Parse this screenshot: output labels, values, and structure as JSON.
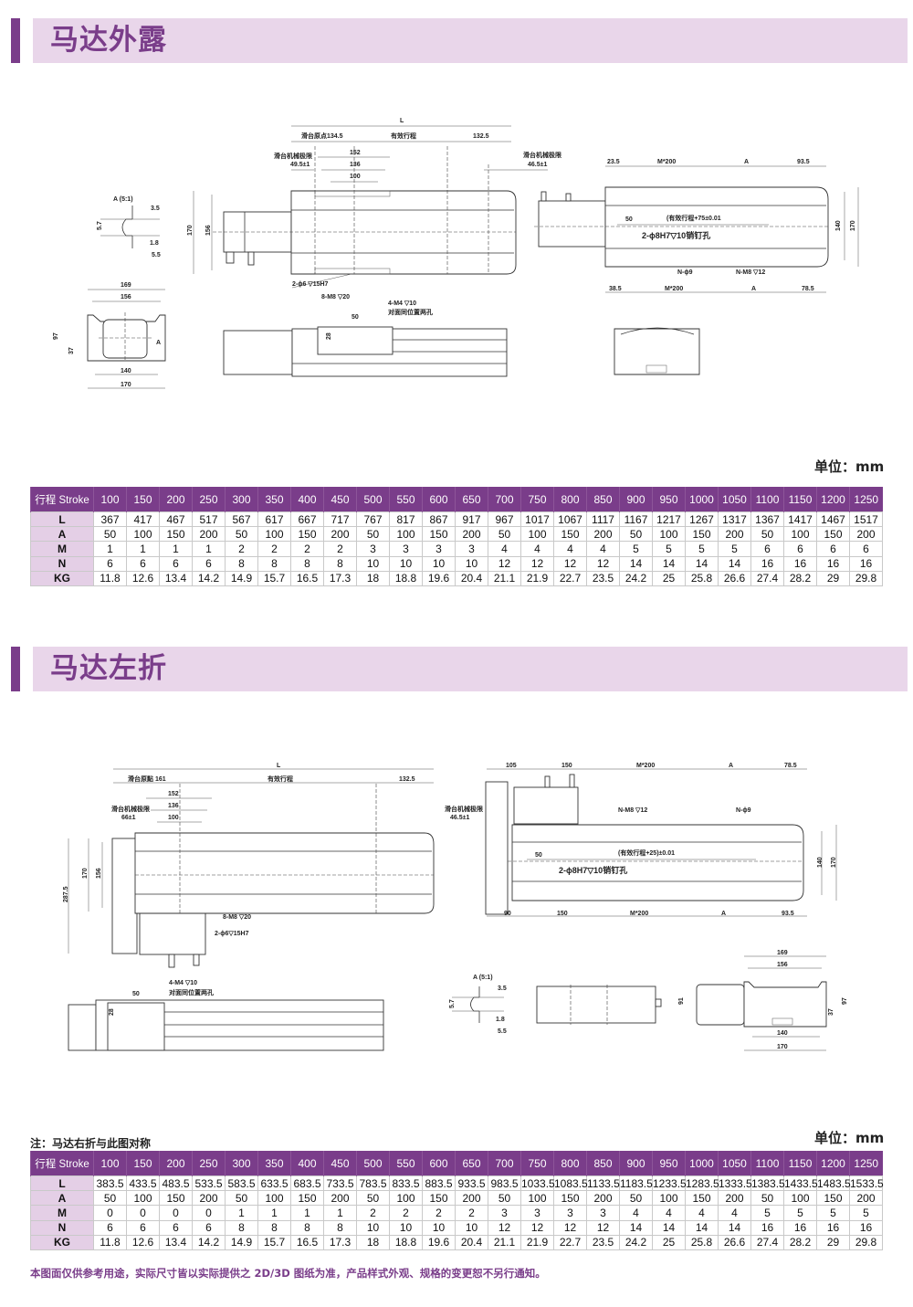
{
  "sections": [
    {
      "title": "马达外露",
      "unit": "单位：mm"
    },
    {
      "title": "马达左折",
      "unit": "单位：mm",
      "note": "注：马达右折与此图对称"
    }
  ],
  "drawing1": {
    "L": "L",
    "origin": "滑台原点134.5",
    "stroke": "有效行程",
    "d132_5": "132.5",
    "d152": "152",
    "d136": "136",
    "d100": "100",
    "mech_limit_l": "滑台机械极限",
    "d49_5": "49.5±1",
    "mech_limit_r": "滑台机械极限",
    "d46_5": "46.5±1",
    "d170": "170",
    "d156": "156",
    "pin_holes": "2-ϕ6 ▽15H7",
    "m8_holes": "8-M8 ▽20",
    "m4_holes": "4-M4 ▽10",
    "opposite": "对面同位置两孔",
    "d50": "50",
    "d28": "28",
    "r_23_5": "23.5",
    "r_m200_top": "M*200",
    "r_a_top": "A",
    "r_93_5": "93.5",
    "r_stroke75": "(有效行程+75±0.01",
    "r_50": "50",
    "r_dowel": "2-ϕ8H7▽10销钉孔",
    "r_n9": "N-ϕ9",
    "r_nm8": "N-M8 ▽12",
    "r_38_5": "38.5",
    "r_m200_bot": "M*200",
    "r_a_bot": "A",
    "r_78_5": "78.5",
    "r_140": "140",
    "r_170": "170",
    "detail_a": "A (5:1)",
    "a_3_5": "3.5",
    "a_5_7": "5.7",
    "a_1_8": "1.8",
    "a_5_5": "5.5",
    "e_169": "169",
    "e_156": "156",
    "e_97": "97",
    "e_37": "37",
    "e_140": "140",
    "e_170": "170",
    "e_a": "A"
  },
  "drawing2": {
    "L": "L",
    "origin": "滑台原點 161",
    "stroke": "有效行程",
    "d132_5": "132.5",
    "d152": "152",
    "d136": "136",
    "d100": "100",
    "mech_limit_l": "滑台机械极限",
    "d66": "66±1",
    "mech_limit_r": "滑台机械极限",
    "d46_5": "46.5±1",
    "d287_5": "287.5",
    "d170": "170",
    "d156": "156",
    "m8_holes": "8-M8 ▽20",
    "pin_holes": "2-ϕ6▽15H7",
    "r_105": "105",
    "r_150_top": "150",
    "r_m200_top": "M*200",
    "r_a_top": "A",
    "r_78_5": "78.5",
    "r_nm8": "N-M8 ▽12",
    "r_n9": "N-ϕ9",
    "r_stroke25": "(有效行程+25)±0.01",
    "r_50": "50",
    "r_dowel": "2-ϕ8H7▽10销钉孔",
    "r_90": "90",
    "r_150_bot": "150",
    "r_m200_bot": "M*200",
    "r_a_bot": "A",
    "r_93_5": "93.5",
    "r_140": "140",
    "r_170": "170",
    "m4_holes": "4-M4 ▽10",
    "opposite": "对面同位置两孔",
    "s_50": "50",
    "s_28": "28",
    "detail_a": "A (5:1)",
    "a_3_5": "3.5",
    "a_5_7": "5.7",
    "a_1_8": "1.8",
    "a_5_5": "5.5",
    "e_169": "169",
    "e_156": "156",
    "e_91": "91",
    "e_97": "97",
    "e_37": "37",
    "e_140": "140",
    "e_170": "170"
  },
  "tables": [
    {
      "header": [
        "行程 Stroke",
        "100",
        "150",
        "200",
        "250",
        "300",
        "350",
        "400",
        "450",
        "500",
        "550",
        "600",
        "650",
        "700",
        "750",
        "800",
        "850",
        "900",
        "950",
        "1000",
        "1050",
        "1100",
        "1150",
        "1200",
        "1250"
      ],
      "rows": [
        [
          "L",
          "367",
          "417",
          "467",
          "517",
          "567",
          "617",
          "667",
          "717",
          "767",
          "817",
          "867",
          "917",
          "967",
          "1017",
          "1067",
          "1117",
          "1167",
          "1217",
          "1267",
          "1317",
          "1367",
          "1417",
          "1467",
          "1517"
        ],
        [
          "A",
          "50",
          "100",
          "150",
          "200",
          "50",
          "100",
          "150",
          "200",
          "50",
          "100",
          "150",
          "200",
          "50",
          "100",
          "150",
          "200",
          "50",
          "100",
          "150",
          "200",
          "50",
          "100",
          "150",
          "200"
        ],
        [
          "M",
          "1",
          "1",
          "1",
          "1",
          "2",
          "2",
          "2",
          "2",
          "3",
          "3",
          "3",
          "3",
          "4",
          "4",
          "4",
          "4",
          "5",
          "5",
          "5",
          "5",
          "6",
          "6",
          "6",
          "6"
        ],
        [
          "N",
          "6",
          "6",
          "6",
          "6",
          "8",
          "8",
          "8",
          "8",
          "10",
          "10",
          "10",
          "10",
          "12",
          "12",
          "12",
          "12",
          "14",
          "14",
          "14",
          "14",
          "16",
          "16",
          "16",
          "16"
        ],
        [
          "KG",
          "11.8",
          "12.6",
          "13.4",
          "14.2",
          "14.9",
          "15.7",
          "16.5",
          "17.3",
          "18",
          "18.8",
          "19.6",
          "20.4",
          "21.1",
          "21.9",
          "22.7",
          "23.5",
          "24.2",
          "25",
          "25.8",
          "26.6",
          "27.4",
          "28.2",
          "29",
          "29.8"
        ]
      ]
    },
    {
      "header": [
        "行程 Stroke",
        "100",
        "150",
        "200",
        "250",
        "300",
        "350",
        "400",
        "450",
        "500",
        "550",
        "600",
        "650",
        "700",
        "750",
        "800",
        "850",
        "900",
        "950",
        "1000",
        "1050",
        "1100",
        "1150",
        "1200",
        "1250"
      ],
      "rows": [
        [
          "L",
          "383.5",
          "433.5",
          "483.5",
          "533.5",
          "583.5",
          "633.5",
          "683.5",
          "733.5",
          "783.5",
          "833.5",
          "883.5",
          "933.5",
          "983.5",
          "1033.5",
          "1083.5",
          "1133.5",
          "1183.5",
          "1233.5",
          "1283.5",
          "1333.5",
          "1383.5",
          "1433.5",
          "1483.5",
          "1533.5"
        ],
        [
          "A",
          "50",
          "100",
          "150",
          "200",
          "50",
          "100",
          "150",
          "200",
          "50",
          "100",
          "150",
          "200",
          "50",
          "100",
          "150",
          "200",
          "50",
          "100",
          "150",
          "200",
          "50",
          "100",
          "150",
          "200"
        ],
        [
          "M",
          "0",
          "0",
          "0",
          "0",
          "1",
          "1",
          "1",
          "1",
          "2",
          "2",
          "2",
          "2",
          "3",
          "3",
          "3",
          "3",
          "4",
          "4",
          "4",
          "4",
          "5",
          "5",
          "5",
          "5"
        ],
        [
          "N",
          "6",
          "6",
          "6",
          "6",
          "8",
          "8",
          "8",
          "8",
          "10",
          "10",
          "10",
          "10",
          "12",
          "12",
          "12",
          "12",
          "14",
          "14",
          "14",
          "14",
          "16",
          "16",
          "16",
          "16"
        ],
        [
          "KG",
          "11.8",
          "12.6",
          "13.4",
          "14.2",
          "14.9",
          "15.7",
          "16.5",
          "17.3",
          "18",
          "18.8",
          "19.6",
          "20.4",
          "21.1",
          "21.9",
          "22.7",
          "23.5",
          "24.2",
          "25",
          "25.8",
          "26.6",
          "27.4",
          "28.2",
          "29",
          "29.8"
        ]
      ]
    }
  ],
  "footer": "本图面仅供参考用途，实际尺寸皆以实际提供之 2D/3D 图纸为准，产品样式外观、规格的变更恕不另行通知。",
  "colors": {
    "accent": "#7a3d8a",
    "band": "#e9d6ea",
    "rowhead": "#e4cfe6"
  }
}
